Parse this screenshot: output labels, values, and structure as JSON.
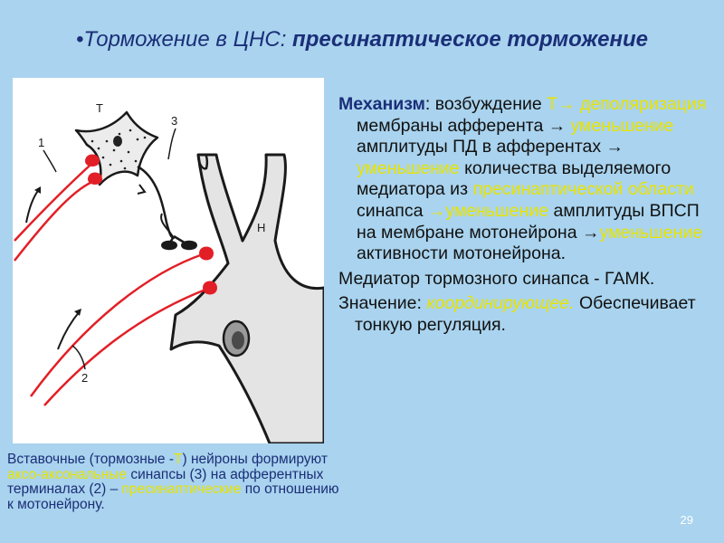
{
  "title": {
    "bullet": "•",
    "plain": "Торможение в ЦНС: ",
    "bold": "пресинаптическое торможение"
  },
  "figure": {
    "label_t": "Т",
    "label_3": "3",
    "label_1": "1",
    "label_2": "2",
    "label_h": "Н",
    "colors": {
      "afferent": "#e21f26",
      "outline": "#1a1a1a",
      "fill": "#e4e4e4"
    }
  },
  "mechanism": {
    "head": "Механизм",
    "colon": ": возбуждение ",
    "t_arrow": "Т→",
    "s1": " ",
    "depol": "деполяризация",
    "s2": " мембраны афферента → ",
    "dec1": "уменьшение",
    "s3": " амплитуды ПД в афферентах → ",
    "dec2": "уменьшение",
    "s4": " количества выделяемого медиатора из ",
    "presyn": "пресинаптической области",
    "s5": " синапса ",
    "dec3": "→уменьшение",
    "s6": " амплитуды ВПСП на мембране мотонейрона →",
    "dec4": "уменьшение",
    "s7": " активности мотонейрона."
  },
  "mediator": "Медиатор тормозного синапса - ГАМК.",
  "meaning": {
    "label": "Значение: ",
    "value": "координирующее.",
    "rest": " Обеспечивает тонкую регуляция."
  },
  "caption": {
    "p1": "Вставочные (тормозные -",
    "t": "Т",
    "p2": ") нейроны формируют ",
    "axo": "аксо-аксональные",
    "p3": " синапсы (3) на афферентных терминалах (2) – ",
    "pre": "пресинаптические",
    "p4": " по отношению к мотонейрону."
  },
  "page_number": "29"
}
